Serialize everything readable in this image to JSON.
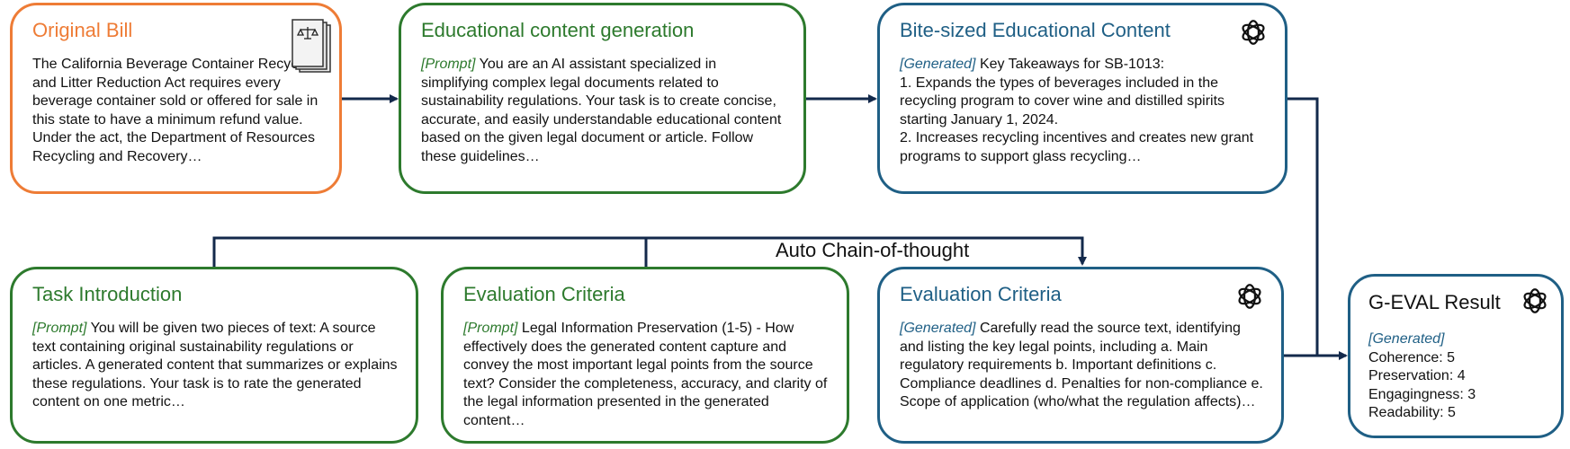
{
  "boxes": {
    "original_bill": {
      "title": "Original Bill",
      "body": "The California Beverage Container Recycling and Litter Reduction Act requires every beverage container sold or offered for sale in this state to have a minimum refund value. Under the act, the Department of Resources Recycling and Recovery…",
      "icon": "law-document-icon"
    },
    "content_generation": {
      "title": "Educational content generation",
      "tag": "[Prompt]",
      "body": " You are an AI assistant specialized in simplifying complex legal documents related to sustainability regulations. Your task is to create concise, accurate, and easily understandable educational content based on the given legal document or article. Follow these guidelines…"
    },
    "bite_sized": {
      "title": "Bite-sized Educational Content",
      "tag": "[Generated]",
      "body": " Key Takeaways for SB-1013:",
      "lines": [
        "1. Expands the types of beverages included in the recycling program to cover wine and distilled spirits starting January 1, 2024.",
        "2. Increases recycling incentives and creates new grant programs to support glass recycling…"
      ],
      "icon": "openai-logo-icon"
    },
    "task_intro": {
      "title": "Task Introduction",
      "tag": "[Prompt]",
      "body": " You will be given two pieces of text: A source text containing original sustainability regulations or articles. A generated content that summarizes or explains these regulations. Your task is to rate the generated content on one metric…"
    },
    "eval_criteria_prompt": {
      "title": "Evaluation Criteria",
      "tag": "[Prompt]",
      "body": " Legal Information Preservation (1-5) - How effectively does the generated content capture and convey the most important legal points from the source text? Consider the completeness, accuracy, and clarity of the legal information presented in the generated content…"
    },
    "eval_criteria_generated": {
      "title": "Evaluation Criteria",
      "tag": "[Generated]",
      "body": " Carefully read the source text, identifying and listing the key legal points, including a. Main regulatory requirements b. Important definitions c. Compliance deadlines d. Penalties for non-compliance e. Scope of application (who/what the regulation affects)…",
      "icon": "openai-logo-icon"
    },
    "geval_result": {
      "title": "G-EVAL Result",
      "tag": "[Generated]",
      "scores": [
        "Coherence: 5",
        "Preservation: 4",
        "Engagingness: 3",
        "Readability: 5"
      ],
      "icon": "openai-logo-icon"
    }
  },
  "cot_label": "Auto Chain-of-thought",
  "colors": {
    "orange": "#ee7c36",
    "green": "#2d7a2d",
    "blue": "#1f5f85",
    "arrow": "#13294b"
  }
}
